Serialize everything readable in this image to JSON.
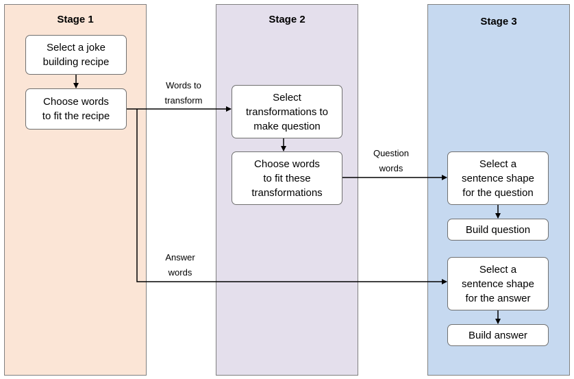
{
  "colors": {
    "stage1_fill": "#fbe5d6",
    "stage2_fill": "#e4dfec",
    "stage3_fill": "#c6d9f0",
    "box_border": "#6f6f6f",
    "arrow": "#000000"
  },
  "stages": {
    "stage1": {
      "title": "Stage 1",
      "boxes": {
        "recipe": "Select a joke\nbuilding recipe",
        "choose_words": "Choose words\nto fit the recipe"
      }
    },
    "stage2": {
      "title": "Stage 2",
      "boxes": {
        "select_transformations": "Select\ntransformations to\nmake question",
        "choose_words": "Choose words\nto fit these\ntransformations"
      }
    },
    "stage3": {
      "title": "Stage 3",
      "boxes": {
        "shape_question": "Select a\nsentence shape\nfor the question",
        "build_question": "Build question",
        "shape_answer": "Select a\nsentence shape\nfor the answer",
        "build_answer": "Build answer"
      }
    }
  },
  "edge_labels": {
    "words_to_transform": "Words to\ntransform",
    "question_words": "Question\nwords",
    "answer_words": "Answer\nwords"
  }
}
